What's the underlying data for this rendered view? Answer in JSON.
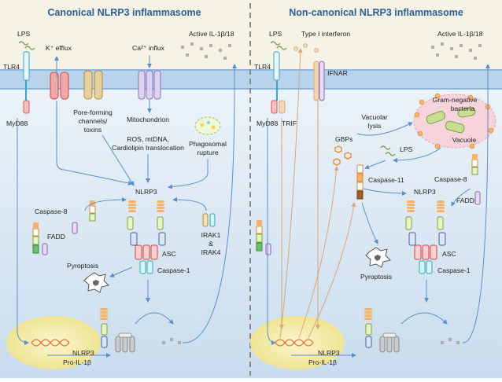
{
  "left": {
    "title": "Canonical NLRP3 inflammasome",
    "lps": "LPS",
    "tlr4": "TLR4",
    "myd88": "MyD88",
    "k_efflux": "K⁺ efflux",
    "ca_influx": "Ca²⁺ influx",
    "pore_1": "Pore-forming",
    "pore_2": "channels/",
    "pore_3": "toxins",
    "mito": "Mitochondrion",
    "ros_1": "ROS, mtDNA,",
    "ros_2": "Cardiolipin translocation",
    "phago_1": "Phagosomal",
    "phago_2": "rupture",
    "active_il": "Active IL-1β/18",
    "nlrp3": "NLRP3",
    "caspase8": "Caspase-8",
    "fadd": "FADD",
    "irak1": "IRAK1",
    "amp": "&",
    "irak4": "IRAK4",
    "asc": "ASC",
    "caspase1": "Caspase-1",
    "pyroptosis": "Pyroptosis",
    "nlrp3_gene": "NLRP3",
    "pro_il": "Pro-IL-1β"
  },
  "right": {
    "title": "Non-canonical NLRP3 inflammasome",
    "lps": "LPS",
    "type1_ifn": "Type I interferon",
    "active_il": "Active IL-1β/18",
    "tlr4": "TLR4",
    "ifnar": "IFNAR",
    "myd88": "MyD88",
    "trif": "TRIF",
    "vac_lysis_1": "Vacuolar",
    "vac_lysis_2": "lysis",
    "gram_1": "Gram-negative",
    "gram_2": "bacteria",
    "vacuole": "Vacuole",
    "gbps": "GBPs",
    "lps_cyto": "LPS",
    "caspase11": "Caspase-11",
    "caspase8": "Caspase-8",
    "fadd": "FADD",
    "nlrp3": "NLRP3",
    "asc": "ASC",
    "caspase1": "Caspase-1",
    "pyroptosis": "Pyroptosis",
    "nlrp3_gene": "NLRP3",
    "pro_il": "Pro-IL-1β"
  },
  "colors": {
    "extracellular": "#f5f2e6",
    "cytoplasm_top": "#eef4fa",
    "cytoplasm_bottom": "#c9dced",
    "membrane": "#a8c8e6",
    "arrow_blue": "#5b8fc9",
    "arrow_tan": "#d9a77a",
    "nucleus": "#f8f1b8",
    "title": "#2e5d9a"
  }
}
